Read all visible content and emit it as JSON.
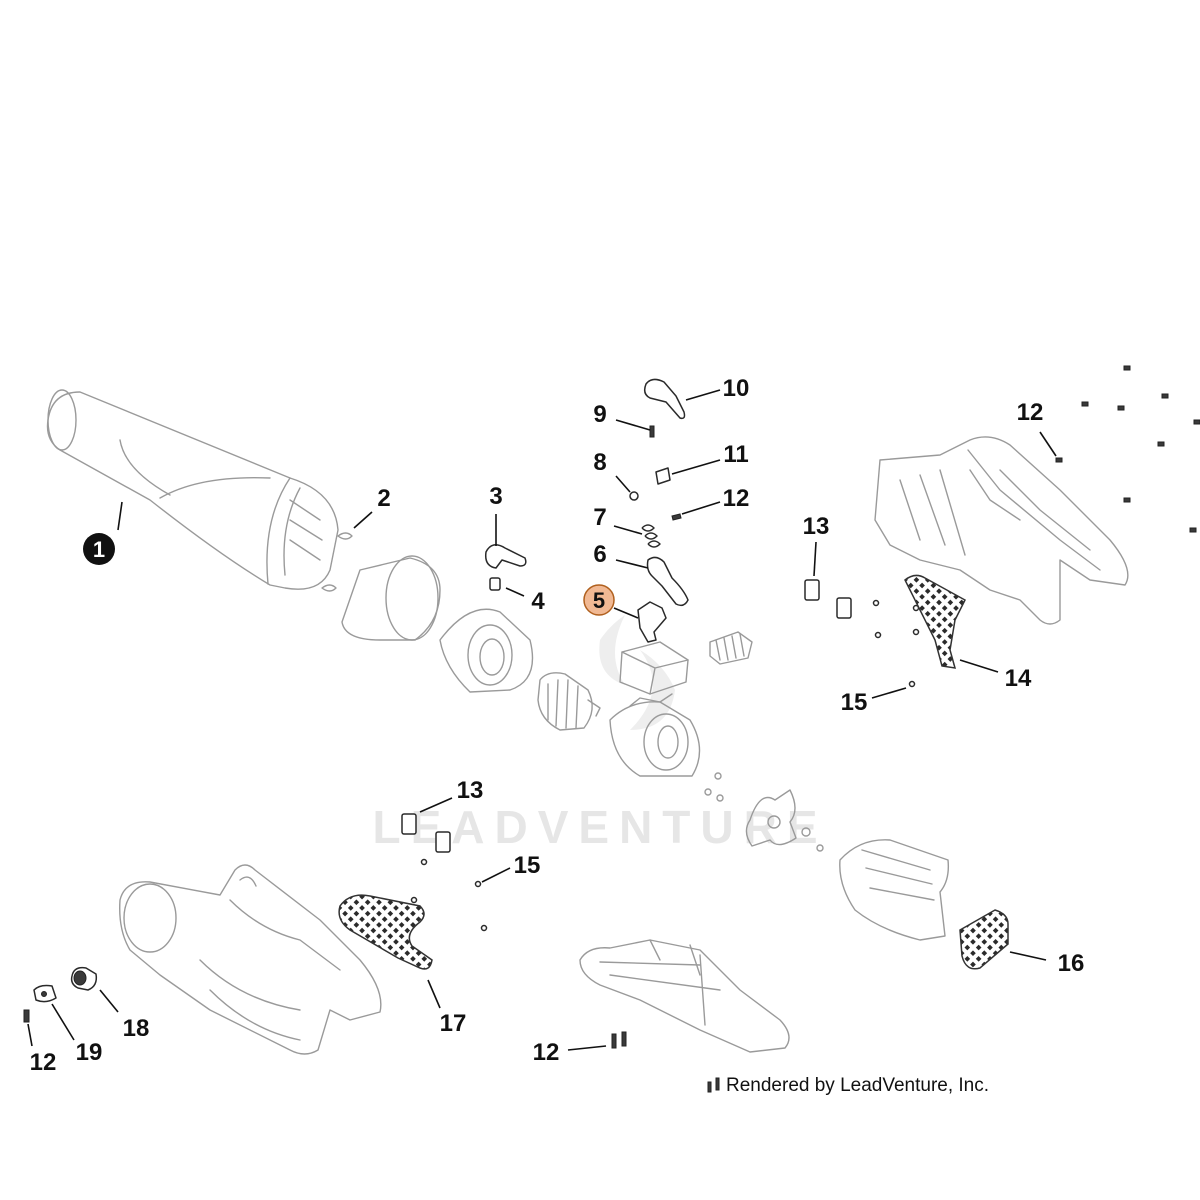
{
  "watermark": "LEADVENTURE",
  "credit": "Rendered by LeadVenture, Inc.",
  "colors": {
    "selected_callout": "#f1b994",
    "selected_callout_stroke": "#b0601e",
    "primary_callout": "#111111",
    "line_art": "#9a9a9a"
  },
  "callouts": {
    "c1": "1",
    "c2": "2",
    "c3": "3",
    "c4": "4",
    "c5": "5",
    "c6": "6",
    "c7": "7",
    "c8": "8",
    "c9": "9",
    "c10": "10",
    "c11": "11",
    "c12a": "12",
    "c12b": "12",
    "c12c": "12",
    "c12d": "12",
    "c13a": "13",
    "c13b": "13",
    "c14": "14",
    "c15a": "15",
    "c15b": "15",
    "c16": "16",
    "c17": "17",
    "c18": "18",
    "c19": "19"
  },
  "icons": {
    "credit_icon": "screw-pair-icon"
  }
}
